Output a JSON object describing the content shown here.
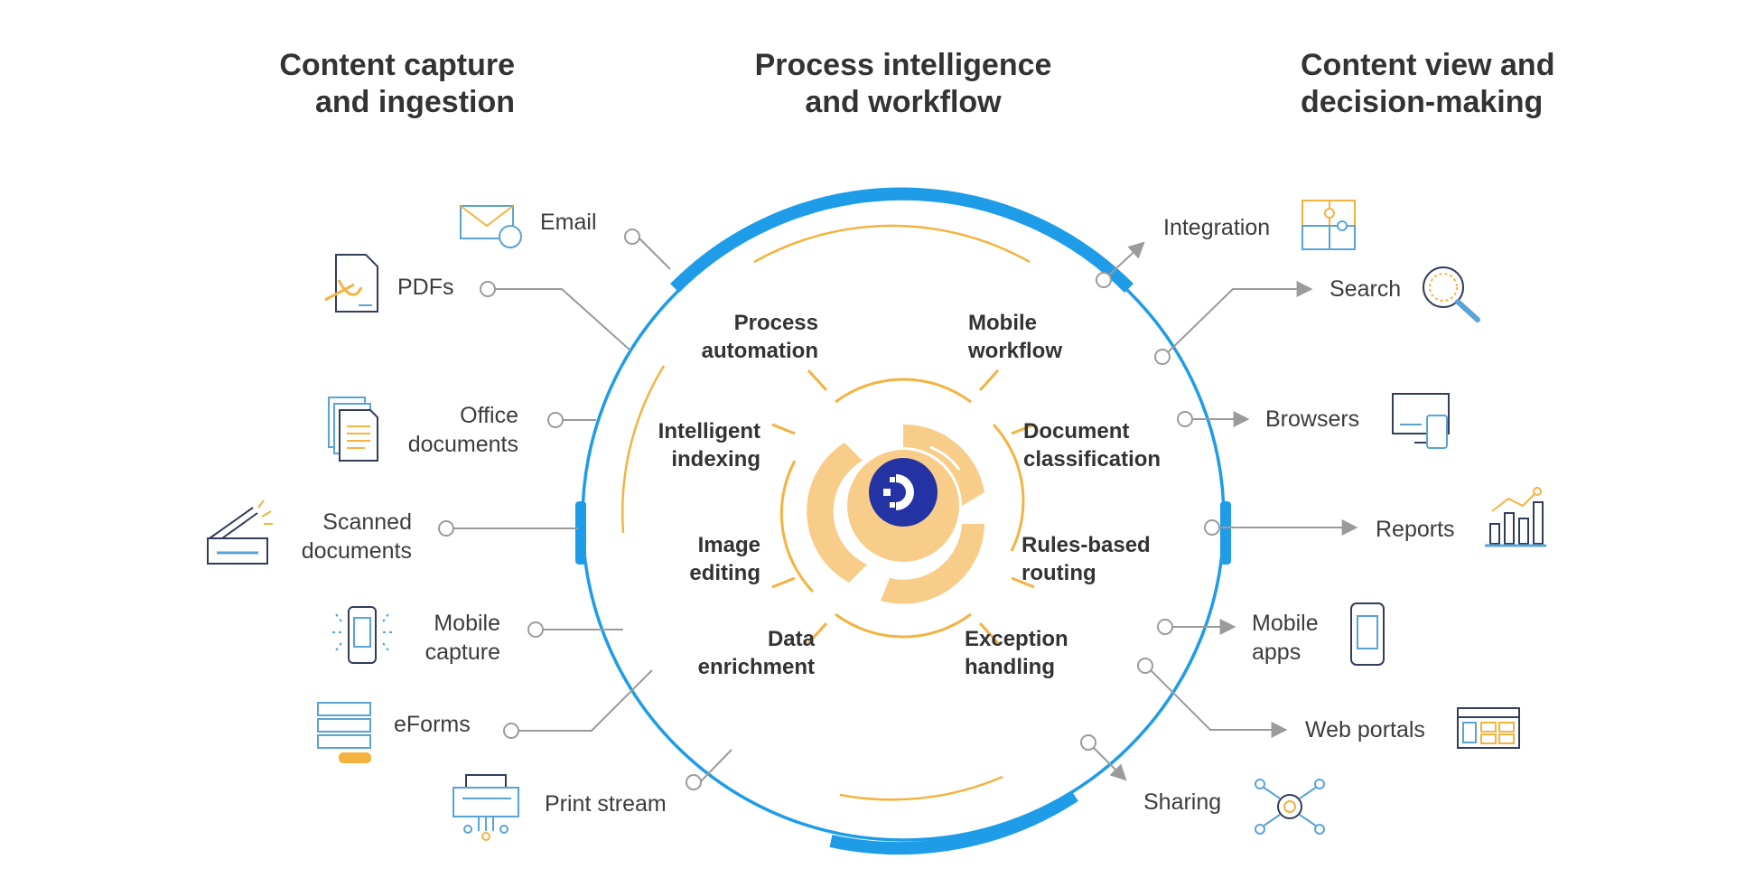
{
  "headings": {
    "left": [
      "Content capture",
      "and ingestion"
    ],
    "middle": [
      "Process intelligence",
      "and workflow"
    ],
    "right": [
      "Content view and",
      "decision-making"
    ]
  },
  "capture": {
    "email": "Email",
    "pdfs": "PDFs",
    "office": [
      "Office",
      "documents"
    ],
    "scanned": [
      "Scanned",
      "documents"
    ],
    "mobile": [
      "Mobile",
      "capture"
    ],
    "eforms": "eForms",
    "print": "Print stream"
  },
  "process": {
    "automation": [
      "Process",
      "automation"
    ],
    "mobile_workflow": [
      "Mobile",
      "workflow"
    ],
    "indexing": [
      "Intelligent",
      "indexing"
    ],
    "classification": [
      "Document",
      "classification"
    ],
    "image_editing": [
      "Image",
      "editing"
    ],
    "routing": [
      "Rules-based",
      "routing"
    ],
    "enrichment": [
      "Data",
      "enrichment"
    ],
    "exception": [
      "Exception",
      "handling"
    ]
  },
  "output": {
    "integration": "Integration",
    "search": "Search",
    "browsers": "Browsers",
    "reports": "Reports",
    "mobile_apps": [
      "Mobile",
      "apps"
    ],
    "web_portals": "Web portals",
    "sharing": "Sharing"
  },
  "colors": {
    "ring_blue": "#1e9ce8",
    "accent_orange": "#f4b23f",
    "hub_fill": "#f8cd8a",
    "logo_navy": "#2433a3",
    "connector_gray": "#9b9b9b",
    "icon_blue": "#5aa3d6"
  },
  "icons": {
    "email": "envelope-icon",
    "pdfs": "pdf-file-icon",
    "office": "document-stack-icon",
    "scanned": "scanner-icon",
    "mobile_capture": "phone-scan-icon",
    "eforms": "form-icon",
    "print": "printer-icon",
    "integration": "puzzle-icon",
    "search": "magnifier-icon",
    "browsers": "monitor-devices-icon",
    "reports": "bar-chart-icon",
    "mobile_apps": "phone-icon",
    "web_portals": "web-layout-icon",
    "sharing": "network-icon",
    "hub": "logo-icon"
  }
}
